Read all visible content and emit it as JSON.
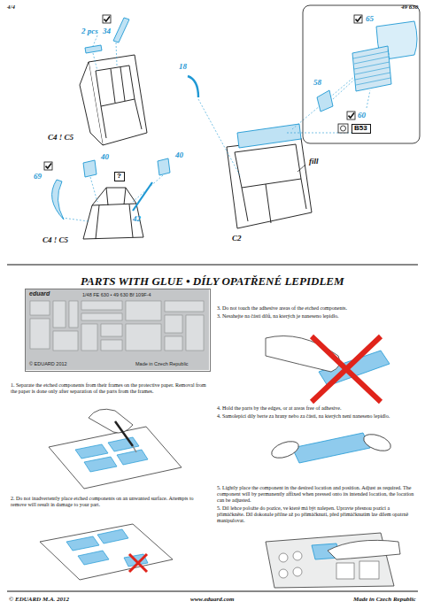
{
  "diagram": {
    "title": "PARTS WITH GLUE • DÍLY OPATŘENÉ LEPIDLEM",
    "nodes": [
      {
        "text": [
          "B53"
        ]
      },
      {
        "text": [
          "?"
        ]
      },
      {
        "text": [
          "eduard",
          "1/48 FE 630 • 49 630 Bf 109F-4",
          "© EDUARD 2012",
          "Made in Czech Republic"
        ]
      }
    ],
    "labels": [
      "4/4",
      "49 630",
      "2 pcs",
      "34",
      "65",
      "18",
      "58",
      "60",
      "C4 ! C5",
      "69",
      "40",
      "40",
      "42",
      "fill",
      "C4 ! C5",
      "C2",
      "1. Separate the etched components from their frames on the protective paper. Removal from the paper is done only after separation of the parts from the frames.",
      "2. Do not inadvertently place etched components on an unwanted surface. Attempts to remove will result in damage to your part.",
      "3. Do not touch the adhesive areas of the etched components.",
      "3. Nesahejte na části dílů, na kterých je naneseno lepidlo.",
      "4. Hold the parts by the edges, or at areas free of adhesive.",
      "4. Samolepící díly berte za hrany nebo za části, na kterých není naneseno lepidlo.",
      "5. Lightly place the component in the desired location and position. Adjust as required. The component will by permanently affixed when pressed onto its intended location, the location can be adjusted.",
      "5. Díl lehce položte do pozice, ve které má být nalepen. Upravte přesnou pozici a přimáčkněte. Díl dokonale přilne až po přimáčknutí, před přimáčknutím lze dílem opatrně manipulovat.",
      "© EDUARD M.A. 2012",
      "www.eduard.com",
      "Made in Czech Republic"
    ]
  }
}
